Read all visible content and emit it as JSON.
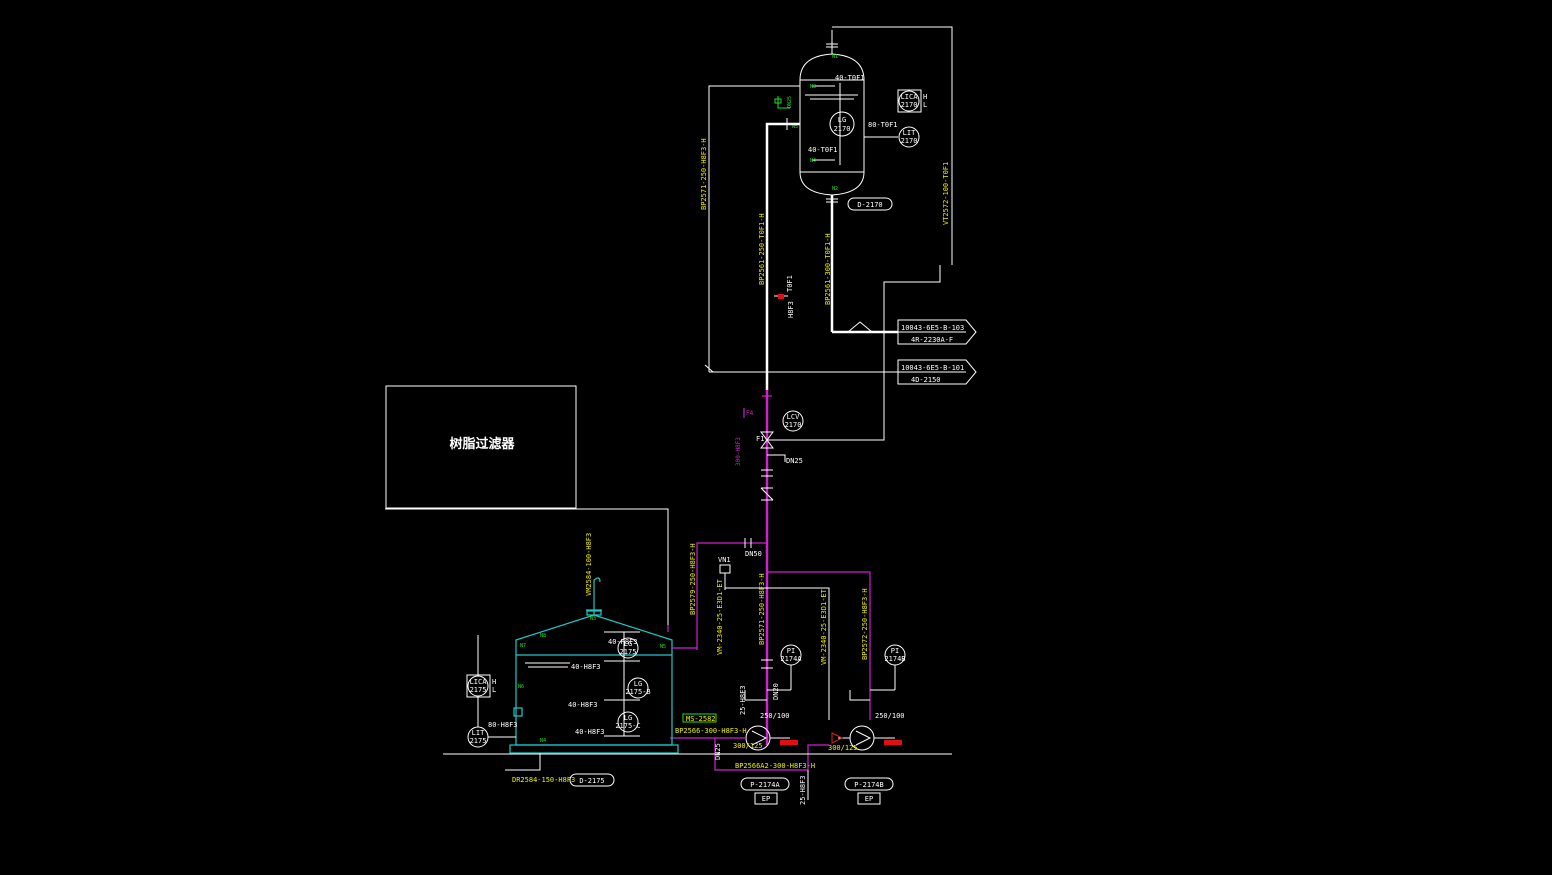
{
  "filter": {
    "label": "树脂过滤器"
  },
  "vessels": {
    "d2170": {
      "tag": "D-2170"
    },
    "d2175": {
      "tag": "D-2175"
    }
  },
  "pumps": {
    "a": {
      "tag": "P-2174A",
      "service": "EP",
      "suction": "300/125",
      "discharge": "250/100"
    },
    "b": {
      "tag": "P-2174B",
      "service": "EP",
      "suction": "300/125",
      "discharge": "250/100"
    }
  },
  "instruments": {
    "lg2170": [
      "LG",
      "2170"
    ],
    "lit2170": [
      "LIT",
      "2170"
    ],
    "lica2170": [
      "LICA",
      "2170"
    ],
    "lcv2170": [
      "LCV",
      "2170"
    ],
    "lg2175a": [
      "LG",
      "2175"
    ],
    "lg2175b": [
      "LG",
      "2175-B"
    ],
    "lg2175c": [
      "LG",
      "2175-C"
    ],
    "lit2175": [
      "LIT",
      "2175"
    ],
    "lica2175": [
      "LICA",
      "2175"
    ],
    "pi2174a": [
      "PI",
      "2174A"
    ],
    "pi2174b": [
      "PI",
      "2174B"
    ],
    "hl": [
      "H",
      "L"
    ]
  },
  "offpage": {
    "top": {
      "line1": "10043-6E5-B-103",
      "line2": "4R-2230A-F"
    },
    "bottom": {
      "line1": "10043-6E5-B-101",
      "line2": "4D-2150"
    }
  },
  "lines": {
    "l1": "BP2571-250-H8F3-H",
    "l2": "BP2561-250-T0F1-H",
    "l3": "BP2561-300-T0F1-H",
    "l4": "VT2572-100-T0F1",
    "l5": "T0F1",
    "l6": "H8F3",
    "l7": "300-H8F3",
    "l8": "BP2579-250-H8F3-H",
    "l9": "VM-2340-25-E3D1-ET",
    "l10": "BP2571-250-H8F3-H",
    "l11": "VM-2340-25-E3D1-ET",
    "l12": "BP2572-250-H8F3-H",
    "l13": "BP2566-300-H8F3-H",
    "l14": "BP2566A2-300-H8F3-H",
    "l15": "VM2584-100-H8F3",
    "l16": "DR2584-150-H8F3",
    "l17": "25-H8F3"
  },
  "small": {
    "t40a": "40-T0F1",
    "t40b": "40-T0F1",
    "t80": "80-T0F1",
    "dn25a": "DN25",
    "dn25b": "DN25",
    "dn50": "DN50",
    "dn20": "DN20",
    "f1": "F1",
    "f4": "F4",
    "vn1": "VN1",
    "m40a": "40-H8F3",
    "m40b": "40-H8F3",
    "m40c": "40-H8F3",
    "m40d": "40-H8F3",
    "m80": "80-H8F3",
    "ms": "MS-2582",
    "h": "H",
    "l": "L"
  },
  "colors": {
    "pipe": "#ffffff",
    "process": "#d020d0",
    "label": "#f0f000",
    "tank": "#20c8c8",
    "nozzle": "#20e020",
    "valve_actuator": "#e01010"
  }
}
